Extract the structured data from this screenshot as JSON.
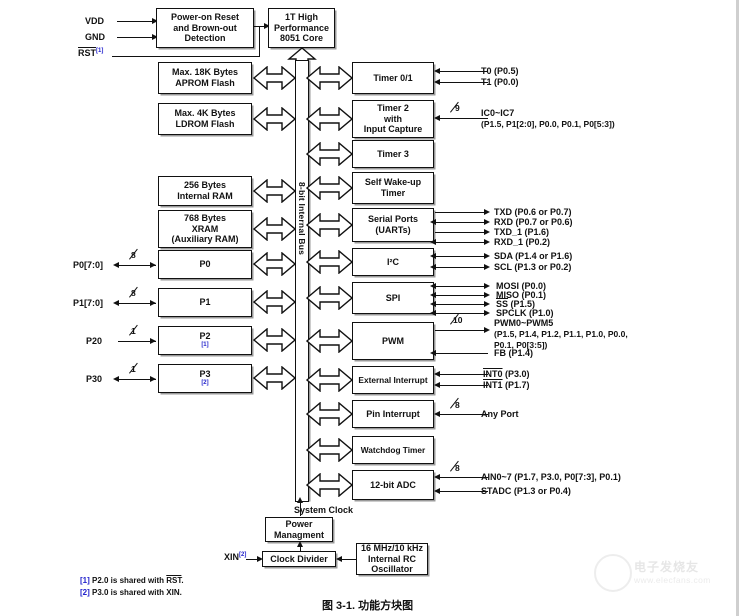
{
  "caption": "图 3-1. 功能方块图",
  "bus": {
    "label": "8-bit Internal Bus"
  },
  "core": {
    "reset_block": "Power-on Reset\nand Brown-out\nDetection",
    "reset_l1": "Power-on Reset",
    "reset_l2": "and Brown-out",
    "reset_l3": "Detection",
    "cpu_l1": "1T High",
    "cpu_l2": "Performance",
    "cpu_l3": "8051 Core",
    "pins": {
      "vdd": "VDD",
      "gnd": "GND",
      "rst": "RST"
    }
  },
  "left_blocks": [
    {
      "name": "aprom",
      "l1": "Max. 18K Bytes",
      "l2": "APROM Flash",
      "l3": ""
    },
    {
      "name": "ldrom",
      "l1": "Max. 4K Bytes",
      "l2": "LDROM Flash",
      "l3": ""
    },
    {
      "name": "iram",
      "l1": "256 Bytes",
      "l2": "Internal RAM",
      "l3": ""
    },
    {
      "name": "xram",
      "l1": "768 Bytes",
      "l2": "XRAM",
      "l3": "(Auxiliary RAM)"
    },
    {
      "name": "p0",
      "l1": "P0",
      "l2": "",
      "l3": ""
    },
    {
      "name": "p1",
      "l1": "P1",
      "l2": "",
      "l3": ""
    },
    {
      "name": "p2",
      "l1": "P2",
      "l2": "",
      "l3": "",
      "note": "[1]"
    },
    {
      "name": "p3",
      "l1": "P3",
      "l2": "",
      "l3": "",
      "note": "[2]"
    }
  ],
  "left_signals": [
    {
      "label": "P0[7:0]",
      "width": "8",
      "dir": "both"
    },
    {
      "label": "P1[7:0]",
      "width": "8",
      "dir": "both"
    },
    {
      "label": "P20",
      "width": "1",
      "dir": "in"
    },
    {
      "label": "P30",
      "width": "1",
      "dir": "both"
    }
  ],
  "right_blocks": [
    {
      "name": "timer01",
      "l1": "Timer 0/1",
      "l2": "",
      "l3": ""
    },
    {
      "name": "timer2",
      "l1": "Timer 2",
      "l2": "with",
      "l3": "Input Capture"
    },
    {
      "name": "timer3",
      "l1": "Timer 3",
      "l2": "",
      "l3": ""
    },
    {
      "name": "swt",
      "l1": "Self Wake-up",
      "l2": "Timer",
      "l3": ""
    },
    {
      "name": "uart",
      "l1": "Serial Ports",
      "l2": "(UARTs)",
      "l3": ""
    },
    {
      "name": "i2c",
      "l1": "I²C",
      "l2": "",
      "l3": ""
    },
    {
      "name": "spi",
      "l1": "SPI",
      "l2": "",
      "l3": ""
    },
    {
      "name": "pwm",
      "l1": "PWM",
      "l2": "",
      "l3": ""
    },
    {
      "name": "extint",
      "l1": "External Interrupt",
      "l2": "",
      "l3": ""
    },
    {
      "name": "pinint",
      "l1": "Pin Interrupt",
      "l2": "",
      "l3": ""
    },
    {
      "name": "wdt",
      "l1": "Watchdog Timer",
      "l2": "",
      "l3": ""
    },
    {
      "name": "adc",
      "l1": "12-bit ADC",
      "l2": "",
      "l3": ""
    }
  ],
  "right_signals": {
    "timer01": [
      {
        "text": "T0 (P0.5)",
        "dir": "in"
      },
      {
        "text": "T1 (P0.0)",
        "dir": "in"
      }
    ],
    "timer2": [
      {
        "text": "IC0~IC7",
        "text2": "(P1.5, P1[2:0], P0.0, P0.1, P0[5:3])",
        "width": "9",
        "dir": "in"
      }
    ],
    "uart": [
      {
        "text": "TXD (P0.6 or P0.7)",
        "dir": "out"
      },
      {
        "text": "RXD (P0.7 or P0.6)",
        "dir": "both"
      },
      {
        "text": "TXD_1 (P1.6)",
        "dir": "out"
      },
      {
        "text": "RXD_1 (P0.2)",
        "dir": "both"
      }
    ],
    "i2c": [
      {
        "text": "SDA (P1.4 or P1.6)",
        "dir": "both"
      },
      {
        "text": "SCL (P1.3 or P0.2)",
        "dir": "both"
      }
    ],
    "spi": [
      {
        "text": "MOSI (P0.0)",
        "dir": "both"
      },
      {
        "text": "MISO (P0.1)",
        "dir": "both"
      },
      {
        "text": "SS (P1.5)",
        "dir": "both",
        "overline": true
      },
      {
        "text": "SPCLK (P1.0)",
        "dir": "both"
      }
    ],
    "pwm": [
      {
        "text": "PWM0~PWM5",
        "text2": "(P1.5, P1.4, P1.2, P1.1, P1.0, P0.0,",
        "text3": "P0.1, P0[3:5])",
        "width": "10",
        "dir": "out"
      },
      {
        "text": "FB (P1.4)",
        "dir": "in"
      }
    ],
    "extint": [
      {
        "text": "INT0 (P3.0)",
        "dir": "in",
        "overline_word": "INT0"
      },
      {
        "text": "INT1 (P1.7)",
        "dir": "in",
        "overline_word": "INT1"
      }
    ],
    "pinint": [
      {
        "text": "Any Port",
        "width": "8",
        "dir": "in"
      }
    ],
    "adc": [
      {
        "text": "AIN0~7 (P1.7, P3.0, P0[7:3],  P0.1)",
        "width": "8",
        "dir": "in"
      },
      {
        "text": "STADC (P1.3 or P0.4)",
        "dir": "in"
      }
    ]
  },
  "clock": {
    "system_clock": "System Clock",
    "power_l1": "Power",
    "power_l2": "Managment",
    "divider": "Clock Divider",
    "osc_l1": "16 MHz/10 kHz",
    "osc_l2": "Internal RC",
    "osc_l3": "Oscillator",
    "xin": "XIN",
    "xin_note": "[2]"
  },
  "footnotes": [
    {
      "marker": "[1]",
      "pre": " P2.0 is shared with ",
      "ovl": "RST",
      "post": "."
    },
    {
      "marker": "[2]",
      "pre": " P3.0 is shared with ",
      "ovl": "",
      "post": "XIN."
    }
  ],
  "watermark": {
    "text": "电子发烧友",
    "url": "www.elecfans.com"
  }
}
